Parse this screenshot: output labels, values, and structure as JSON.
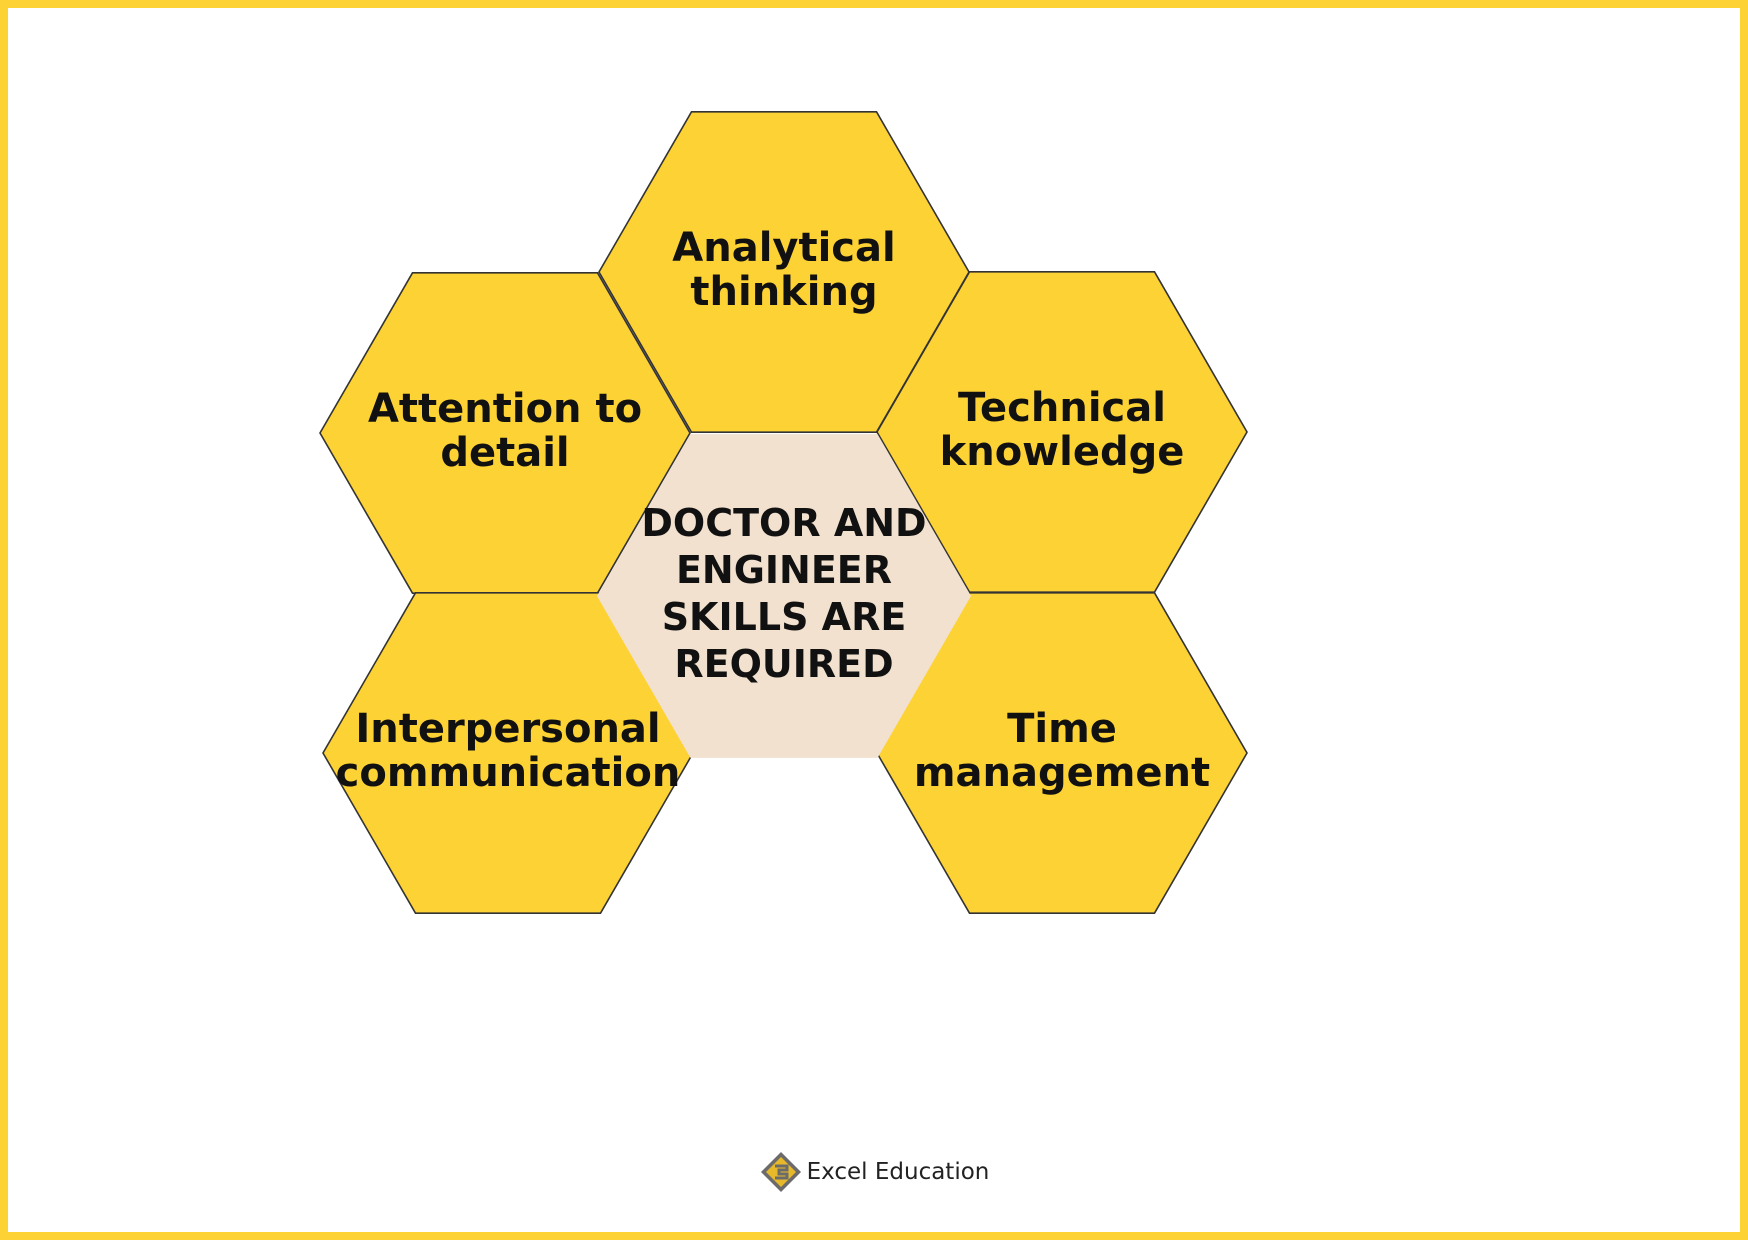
{
  "diagram": {
    "center": {
      "lines": [
        "DOCTOR AND",
        "ENGINEER",
        "SKILLS ARE",
        "REQUIRED"
      ],
      "fill": "#f3e1cf"
    },
    "cells": [
      {
        "id": "analytical-thinking",
        "lines": [
          "Analytical",
          "thinking"
        ]
      },
      {
        "id": "attention-to-detail",
        "lines": [
          "Attention to",
          "detail"
        ]
      },
      {
        "id": "technical-knowledge",
        "lines": [
          "Technical",
          "knowledge"
        ]
      },
      {
        "id": "interpersonal-communication",
        "lines": [
          "Interpersonal",
          "communication"
        ]
      },
      {
        "id": "time-management",
        "lines": [
          "Time",
          "management"
        ]
      }
    ],
    "hex_fill": "#fdd235",
    "stroke": "#333333"
  },
  "footer": {
    "brand": "Excel Education",
    "logo_icon": "diamond-logo-icon"
  },
  "colors": {
    "border": "#fdd235",
    "background": "#ffffff"
  }
}
